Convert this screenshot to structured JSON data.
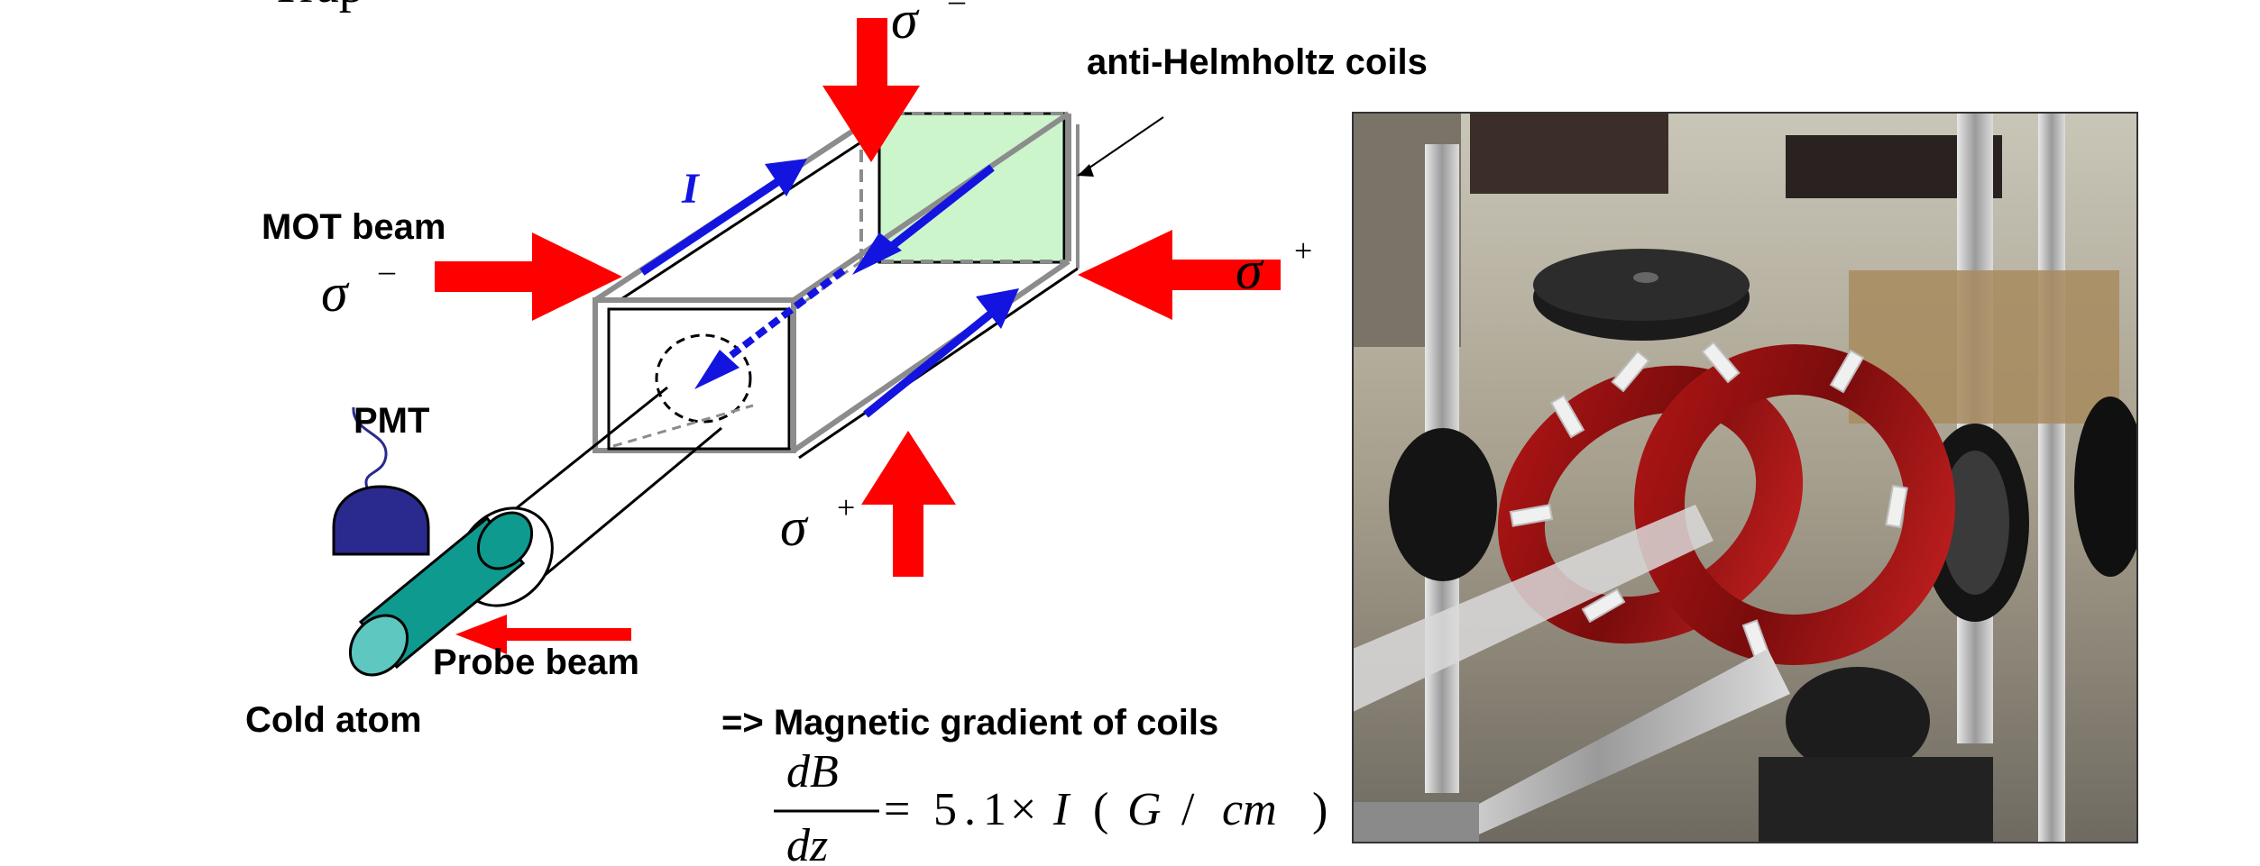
{
  "colors": {
    "arrow_red": "#ff0000",
    "current_blue": "#1414e0",
    "coil_window_green": "#ccf5cc",
    "pmt_navy": "#2a2a8e",
    "cold_atom_teal": "#0f9a90",
    "frame_gray": "#8c8c8c"
  },
  "labels": {
    "top_cut_text": "Trap",
    "sigma_symbol": "σ",
    "sigma_minus_sup": "–",
    "sigma_plus_sup": "+",
    "current_label": "I",
    "anti_helmholtz": "anti-Helmholtz coils",
    "mot_beam": "MOT beam",
    "pmt": "PMT",
    "probe_beam": "Probe beam",
    "cold_atom": "Cold atom"
  },
  "equation": {
    "lead": "=> Magnetic gradient of coils",
    "numerator": "dB",
    "denominator": "dz",
    "equals": "=",
    "coefficient": "5.1",
    "times": "×",
    "variable": "I",
    "unit_open": "(",
    "unit_g": "G",
    "unit_slash": "/",
    "unit_cm": "cm",
    "unit_close": ")"
  },
  "photo": {
    "subject": "anti-Helmholtz coils photograph"
  }
}
